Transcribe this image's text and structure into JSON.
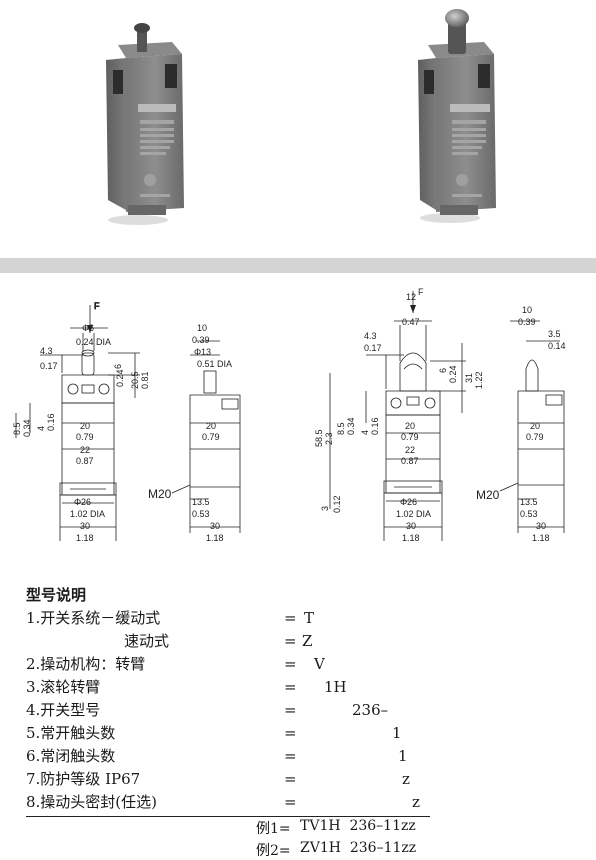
{
  "drawings": {
    "left": {
      "force": "F",
      "d6": "6",
      "d6_in": "0.24 DIA",
      "w43": "4.3",
      "w43_in": "0.17",
      "h6": "6",
      "h6_in": "0.24",
      "h205": "20.5",
      "h205_in": "0.81",
      "h85": "8.5",
      "h85_in": "0.34",
      "h4": "4",
      "h4_in": "0.16",
      "s20": "20",
      "s20_in": "0.79",
      "s22": "22",
      "s22_in": "0.87",
      "d26": "26",
      "d26_in": "1.02 DIA",
      "w30": "30",
      "w30_in": "1.18"
    },
    "left_side": {
      "w10": "10",
      "w10_in": "0.39",
      "d13": "13",
      "d13_in": "0.51 DIA",
      "s20": "20",
      "s20_in": "0.79",
      "m20": "M20",
      "w135": "13.5",
      "w135_in": "0.53",
      "w30": "30",
      "w30_in": "1.18"
    },
    "right": {
      "force": "F",
      "w12": "12",
      "w12_in": "0.47",
      "w43": "4.3",
      "w43_in": "0.17",
      "h6": "6",
      "h6_in": "0.24",
      "h31": "31",
      "h31_in": "1.22",
      "h585": "58.5",
      "h585_in": "2.3",
      "h85": "8.5",
      "h85_in": "0.34",
      "h4": "4",
      "h4_in": "0.16",
      "s20": "20",
      "s20_in": "0.79",
      "s22": "22",
      "s22_in": "0.87",
      "h3": "3",
      "h3_in": "0.12",
      "d26": "26",
      "d26_in": "1.02 DIA",
      "w30": "30",
      "w30_in": "1.18"
    },
    "right_side": {
      "w10": "10",
      "w10_in": "0.39",
      "w35": "3.5",
      "w35_in": "0.14",
      "s20": "20",
      "s20_in": "0.79",
      "m20": "M20",
      "w135": "13.5",
      "w135_in": "0.53",
      "w30": "30",
      "w30_in": "1.18"
    },
    "phi": "Φ"
  },
  "model": {
    "title": "型号说明",
    "rows": [
      {
        "label": "1.开关系统－缓动式",
        "eq": "=",
        "code": "T"
      },
      {
        "label": "速动式",
        "eq": "=",
        "code": "Z"
      },
      {
        "label": "2.操动机构：转臂",
        "eq": "=",
        "code": "V"
      },
      {
        "label": "3.滚轮转臂",
        "eq": "=",
        "code": "1H"
      },
      {
        "label": "4.开关型号",
        "eq": "=",
        "code": "236–"
      },
      {
        "label": "5.常开触头数",
        "eq": "=",
        "code": "1"
      },
      {
        "label": "6.常闭触头数",
        "eq": "=",
        "code": "1"
      },
      {
        "label": "7.防护等级 IP67",
        "eq": "=",
        "code": "z"
      },
      {
        "label": "8.操动头密封(任选)",
        "eq": "=",
        "code": "z"
      }
    ],
    "examples": [
      {
        "label": "例1=",
        "value": "TV1H  236–11zz"
      },
      {
        "label": "例2=",
        "value": "ZV1H  236–11zz"
      }
    ]
  }
}
